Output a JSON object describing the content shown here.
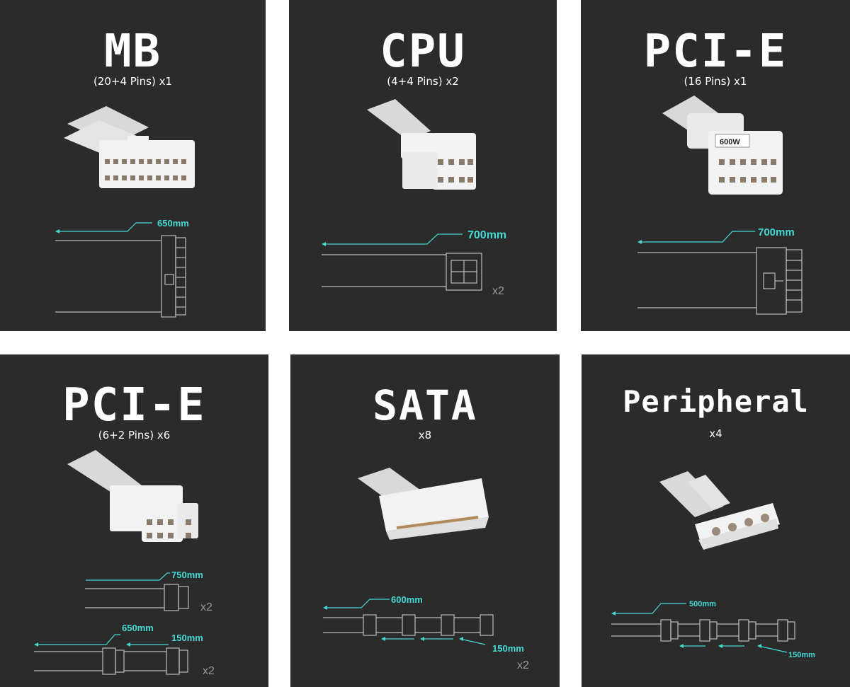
{
  "colors": {
    "panel_bg": "#2b2b2b",
    "page_bg": "#ffffff",
    "accent": "#45d9d4",
    "line": "#bdbdbd",
    "connector": "#f2f2f2"
  },
  "panels": [
    {
      "title": "MB",
      "subtitle": "(20+4 Pins) x1",
      "lengths": [
        "650mm"
      ],
      "qty": [],
      "icon": "atx-24pin-connector-icon"
    },
    {
      "title": "CPU",
      "subtitle": "(4+4 Pins) x2",
      "lengths": [
        "700mm"
      ],
      "qty": [
        "x2"
      ],
      "icon": "eps-8pin-connector-icon"
    },
    {
      "title": "PCI-E",
      "subtitle": "(16 Pins) x1",
      "lengths": [
        "700mm"
      ],
      "qty": [],
      "icon": "12vhpwr-connector-icon",
      "connector_label": "600W"
    },
    {
      "title": "PCI-E",
      "subtitle": "(6+2 Pins) x6",
      "lengths": [
        "750mm",
        "650mm",
        "150mm"
      ],
      "qty": [
        "x2",
        "x2"
      ],
      "icon": "pcie-8pin-connector-icon"
    },
    {
      "title": "SATA",
      "subtitle": "x8",
      "lengths": [
        "600mm",
        "150mm"
      ],
      "qty": [
        "x2"
      ],
      "icon": "sata-connector-icon"
    },
    {
      "title": "Peripheral",
      "subtitle": "x4",
      "lengths": [
        "500mm",
        "150mm"
      ],
      "qty": [],
      "icon": "molex-connector-icon"
    }
  ]
}
